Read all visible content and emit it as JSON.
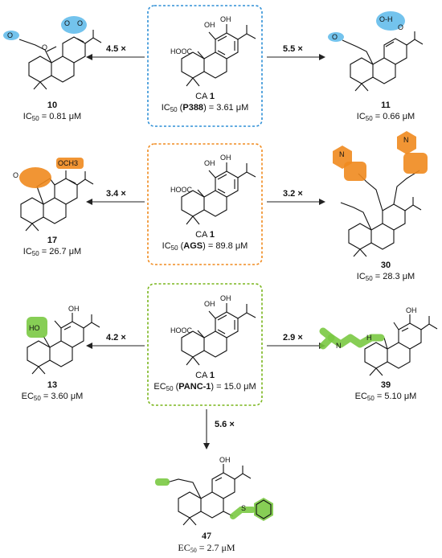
{
  "center_compound": {
    "name": "CA",
    "number": "1",
    "panels": [
      {
        "metric": "IC",
        "sub": "50",
        "cell_line": "P388",
        "value": "3.61",
        "unit": "μM",
        "color": "#2e8fd6"
      },
      {
        "metric": "IC",
        "sub": "50",
        "cell_line": "AGS",
        "value": "89.8",
        "unit": "μM",
        "color": "#f08a1e"
      },
      {
        "metric": "EC",
        "sub": "50",
        "cell_line": "PANC-1",
        "value": "15.0",
        "unit": "μM",
        "color": "#7ab51d"
      }
    ]
  },
  "atom_labels": {
    "oh": "OH",
    "hooc": "HOOC",
    "o": "O",
    "n": "N",
    "s": "S",
    "h": "H",
    "ho": "HO",
    "och3": "OCH3",
    "oh_bond": "O-H"
  },
  "derivatives": [
    {
      "id": "10",
      "metric": "IC",
      "sub": "50",
      "value": "0.81",
      "unit": "μM",
      "fold": "4.5 ×",
      "highlight": "#5bb8ea"
    },
    {
      "id": "11",
      "metric": "IC",
      "sub": "50",
      "value": "0.66",
      "unit": "μM",
      "fold": "5.5 ×",
      "highlight": "#5bb8ea"
    },
    {
      "id": "17",
      "metric": "IC",
      "sub": "50",
      "value": "26.7",
      "unit": "μM",
      "fold": "3.4 ×",
      "highlight": "#f08a1e"
    },
    {
      "id": "30",
      "metric": "IC",
      "sub": "50",
      "value": "28.3",
      "unit": "μM",
      "fold": "3.2 ×",
      "highlight": "#f08a1e"
    },
    {
      "id": "13",
      "metric": "EC",
      "sub": "50",
      "value": "3.60",
      "unit": "μM",
      "fold": "4.2 ×",
      "highlight": "#7ac943"
    },
    {
      "id": "39",
      "metric": "EC",
      "sub": "50",
      "value": "5.10",
      "unit": "μM",
      "fold": "2.9 ×",
      "highlight": "#7ac943"
    },
    {
      "id": "47",
      "metric": "EC",
      "sub": "50",
      "value": "2.7",
      "unit": "μM",
      "fold": "5.6 ×",
      "highlight": "#7ac943"
    }
  ]
}
